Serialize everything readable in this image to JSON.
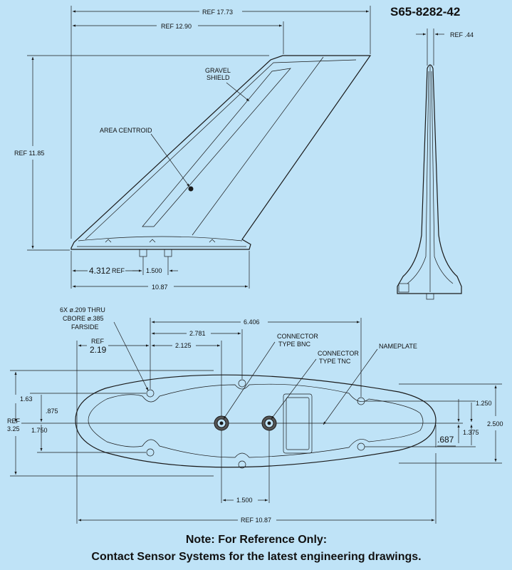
{
  "title": "S65-8282-42",
  "side_view": {
    "ref_overall": "REF 17.73",
    "ref_top": "REF 12.90",
    "ref_height": "REF 11.85",
    "gravel_shield_1": "GRAVEL",
    "gravel_shield_2": "SHIELD",
    "area_centroid": "AREA CENTROID",
    "dim_4312": "4.312",
    "dim_ref": "REF",
    "dim_1500": "1.500",
    "dim_1087": "10.87"
  },
  "end_view": {
    "ref_44": "REF .44"
  },
  "bottom_view": {
    "holes_1": "6X ø.209 THRU",
    "holes_2": "CBORE ø.385",
    "holes_3": "FARSIDE",
    "dim_6406": "6.406",
    "dim_2781": "2.781",
    "dim_2125": "2.125",
    "ref_label": "REF",
    "ref_219": "2.19",
    "conn_bnc_1": "CONNECTOR",
    "conn_bnc_2": "TYPE BNC",
    "conn_tnc_1": "CONNECTOR",
    "conn_tnc_2": "TYPE TNC",
    "nameplate": "NAMEPLATE",
    "dim_163": "1.63",
    "dim_875": ".875",
    "ref_325_1": "REF",
    "ref_325_2": "3.25",
    "dim_1750": "1.750",
    "dim_1250": "1.250",
    "dim_2500": "2.500",
    "dim_1375": "1.375",
    "dim_687": ".687",
    "dim_1500": "1.500",
    "ref_1087": "REF 10.87"
  },
  "note": {
    "line1": "Note:  For Reference Only:",
    "line2": "Contact Sensor Systems for the latest engineering drawings."
  }
}
